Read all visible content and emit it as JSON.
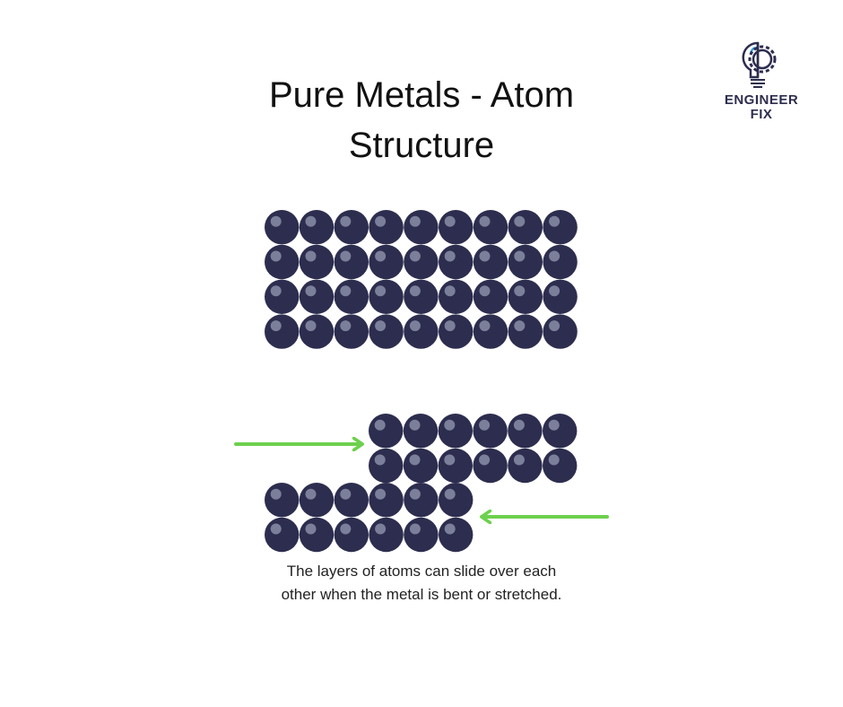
{
  "title": "Pure Metals - Atom Structure",
  "caption": "The layers of atoms can slide over each other when the metal is bent or stretched.",
  "logo": {
    "line1": "ENGINEER",
    "line2": "FIX"
  },
  "colors": {
    "atom": "#2d2d4f",
    "highlight": "#7b7f9a",
    "arrow": "#6dd04e",
    "logo_accent": "#3aa6e0"
  },
  "lattice_top": {
    "rows": 4,
    "cols": 9
  },
  "lattice_shifted": {
    "upper_block": {
      "rows": 2,
      "cols": 6
    },
    "lower_block": {
      "rows": 2,
      "cols": 6
    }
  },
  "arrows": [
    {
      "direction": "right"
    },
    {
      "direction": "left"
    }
  ]
}
